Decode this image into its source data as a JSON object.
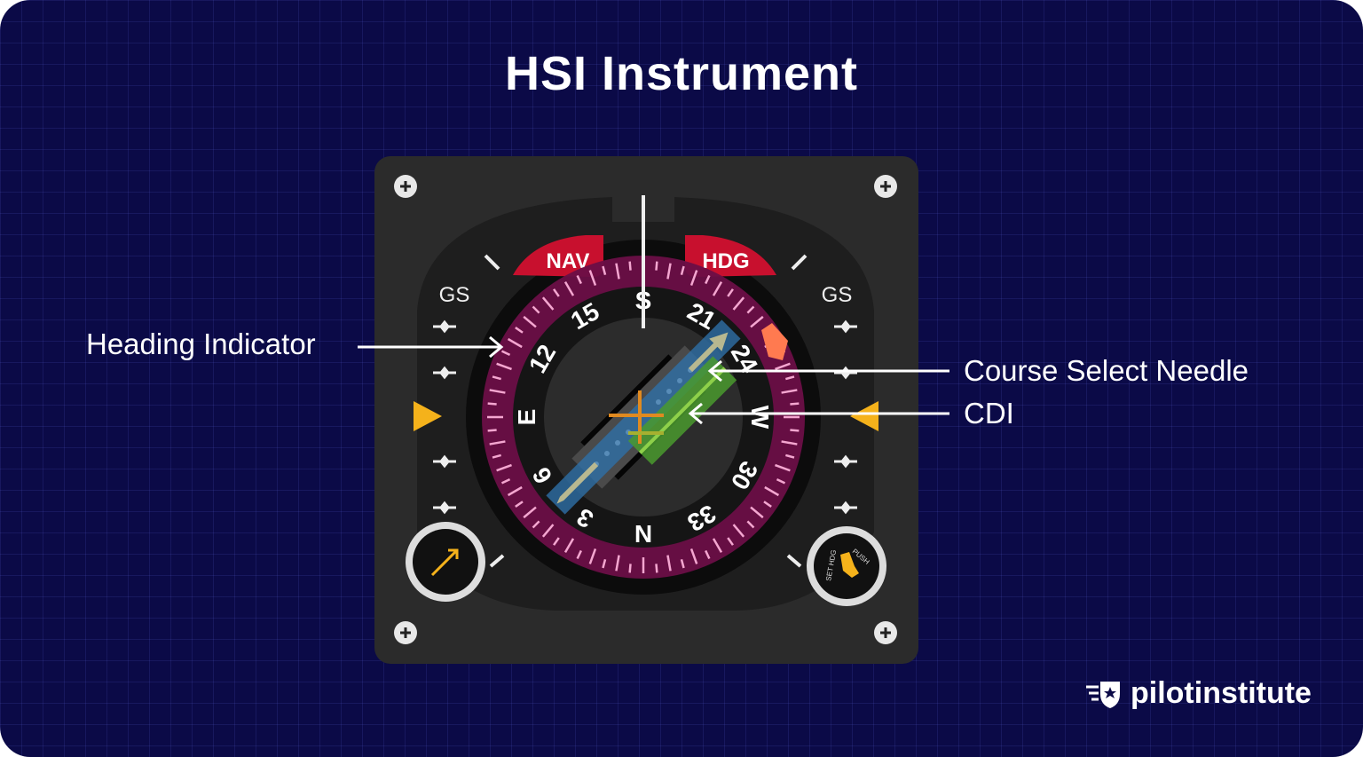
{
  "title": "HSI Instrument",
  "labels": {
    "heading_indicator": "Heading Indicator",
    "course_select_needle": "Course Select Needle",
    "cdi": "CDI"
  },
  "instrument": {
    "nav_flag": "NAV",
    "hdg_flag": "HDG",
    "gs_left": "GS",
    "gs_right": "GS",
    "compass_labels": [
      "N",
      "3",
      "6",
      "E",
      "12",
      "15",
      "S",
      "21",
      "24",
      "W",
      "30",
      "33"
    ],
    "heading_deg": 180,
    "course_deg": 225,
    "knob_right_labels": [
      "SET HDG",
      "PUSH"
    ],
    "colors": {
      "rose": "#6b0f47",
      "flag": "#c8102e",
      "needle": "#2e6fa6",
      "cdi": "#4a9a2e",
      "glideslope": "#f5b21b",
      "heading_bug": "#ff7a50"
    }
  },
  "brand": {
    "name": "pilotinstitute"
  }
}
